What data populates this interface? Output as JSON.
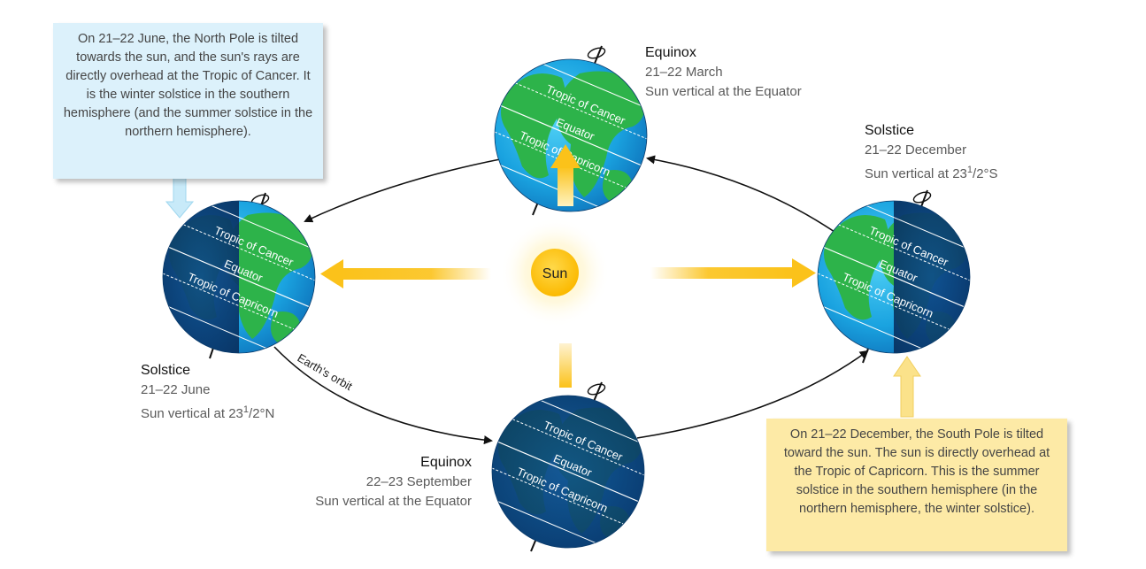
{
  "sun": {
    "label": "Sun",
    "color": "#fdc30d"
  },
  "orbit": {
    "label": "Earth's orbit"
  },
  "globe_lines": {
    "cancer": "Tropic of Cancer",
    "equator": "Equator",
    "capricorn": "Tropic of Capricorn"
  },
  "positions": {
    "march": {
      "title": "Equinox",
      "date": "21–22 March",
      "desc": "Sun vertical at the Equator"
    },
    "june": {
      "title": "Solstice",
      "date": "21–22 June",
      "desc_prefix": "Sun vertical at 23",
      "desc_num": "1",
      "desc_suffix": "/2°N"
    },
    "september": {
      "title": "Equinox",
      "date": "22–23 September",
      "desc": "Sun vertical at the Equator"
    },
    "december": {
      "title": "Solstice",
      "date": "21–22 December",
      "desc_prefix": "Sun vertical at 23",
      "desc_num": "1",
      "desc_suffix": "/2°S"
    }
  },
  "notes": {
    "north": "On 21–22 June, the North Pole is tilted towards the sun, and the sun's rays are directly overhead at the Tropic of Cancer. It is the winter solstice in the southern hemisphere (and the summer solstice in the northern hemisphere).",
    "south": "On 21–22 December, the South Pole is tilted toward the sun. The sun is directly overhead at the Tropic of Capricorn. This is the summer solstice in the southern hemisphere (in the northern hemisphere, the winter solstice)."
  },
  "colors": {
    "ocean": "#1aa3e0",
    "ocean_dark": "#0b3f7a",
    "land": "#2db34a",
    "land_dark": "#146b2c",
    "note_blue": "#dcf1fb",
    "note_yellow": "#fdeaa6",
    "ray": "#fbc21a"
  }
}
